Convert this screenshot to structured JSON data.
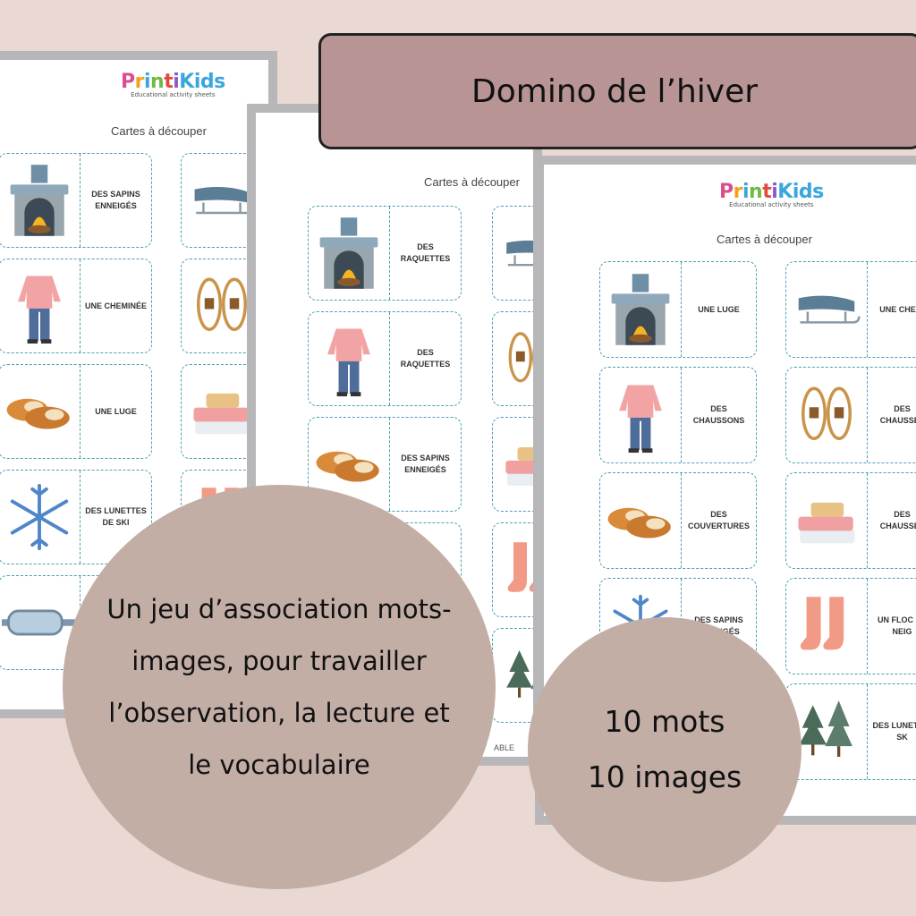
{
  "title": "Domino de l’hiver",
  "circle_left_text": "Un jeu d’association mots-images, pour travailler l’observation, la lecture et le vocabulaire",
  "circle_right": {
    "line1": "10 mots",
    "line2": "10 images"
  },
  "logo": {
    "p": "P",
    "r": "r",
    "i": "i",
    "n": "n",
    "t": "t",
    "i2": "i",
    "kids": "Kids",
    "tagline": "Educational activity sheets"
  },
  "sheet_heading": "Cartes à découper",
  "sheet1_cards": [
    "DES SAPINS ENNEIGÉS",
    "UNE CHEMINÉE",
    "UNE LUGE",
    "DES LUNETTES DE SKI",
    ""
  ],
  "sheet2_cards": [
    "DES RAQUETTES",
    "DES RAQUETTES",
    "DES SAPINS ENNEIGÉS"
  ],
  "sheet3_cards": [
    "UNE LUGE",
    "DES CHAUSSONS",
    "DES COUVERTURES",
    "DES SAPINS ENNEIGÉS",
    ""
  ],
  "sheet3_cards_right": [
    "UNE CHEMI",
    "DES CHAUSSET",
    "DES CHAUSSET",
    "UN FLOC DE NEIG",
    "DES LUNET DE SK"
  ],
  "footer_fragment": "ABLE",
  "icons": [
    "fireplace-icon",
    "winter-jacket-icon",
    "slippers-icon",
    "snowflake-icon",
    "ski-goggles-icon",
    "sled-icon",
    "snowshoes-icon",
    "blankets-icon",
    "socks-icon",
    "pine-trees-icon"
  ],
  "colors": {
    "background": "#ead9d3",
    "title_box": "#b89494",
    "circle": "#c3aea6",
    "card_border": "#4aa0b5"
  }
}
